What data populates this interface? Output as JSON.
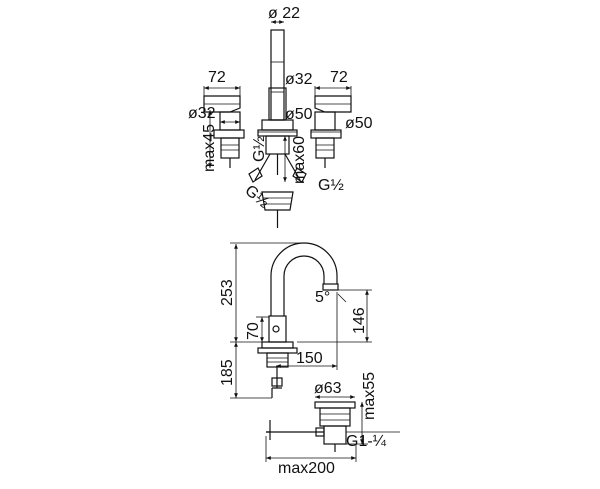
{
  "colors": {
    "line": "#111111",
    "background": "#ffffff"
  },
  "top_view": {
    "spout_diameter": "ø 22",
    "handle_width_left": "72",
    "handle_width_right": "72",
    "spout_body_diameter": "ø32",
    "left_valve_diameter": "ø32",
    "spout_base_diameter": "ø50",
    "right_valve_diameter": "ø50",
    "left_valve_height": "max45",
    "thread_center": "G½",
    "max_length": "max60",
    "thread_lower": "G½",
    "thread_right": "G½"
  },
  "side_view": {
    "total_height": "253",
    "outlet_height": "146",
    "outlet_angle": "5°",
    "body_height": "70",
    "reach": "150",
    "below_deck": "185",
    "drain_diameter": "ø63",
    "drain_height": "max55",
    "drain_thread": "G1-¼",
    "rod_length": "max200"
  }
}
